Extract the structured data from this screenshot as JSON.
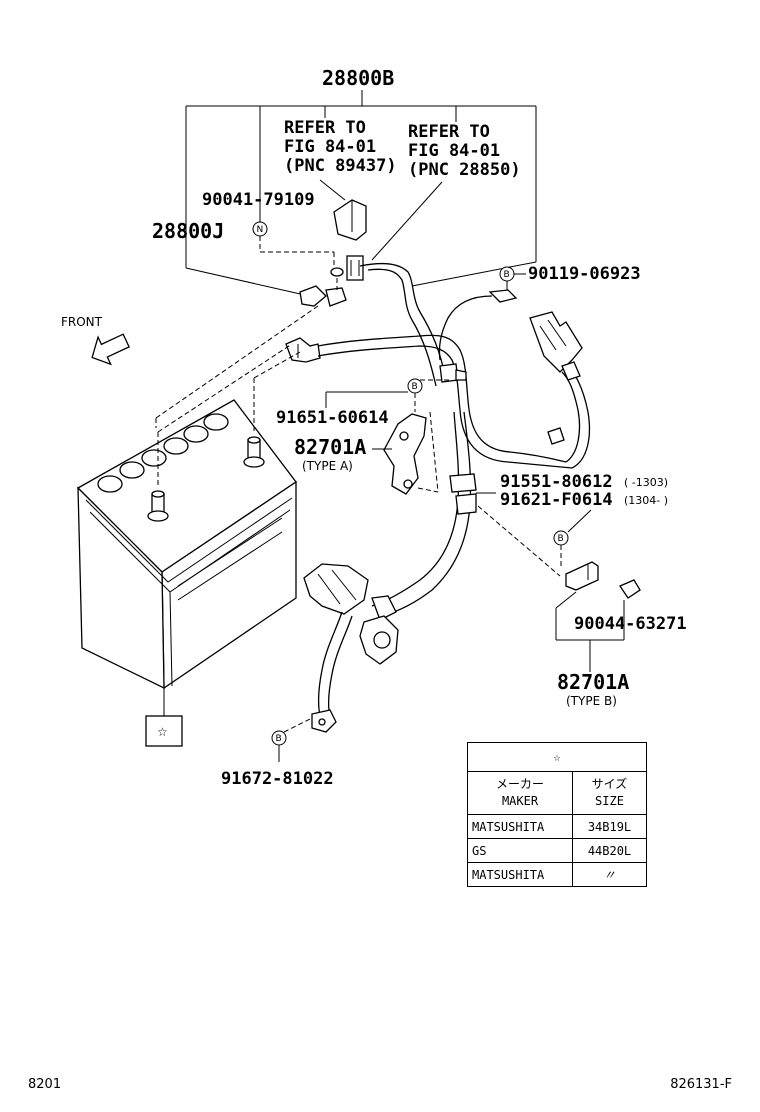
{
  "parts": {
    "harness_assy": "28800B",
    "refer_a_line1": "REFER TO",
    "refer_a_line2": "FIG 84-01",
    "refer_a_line3": "(PNC 89437)",
    "refer_b_line1": "REFER TO",
    "refer_b_line2": "FIG 84-01",
    "refer_b_line3": "(PNC 28850)",
    "nut_a": "90041-79109",
    "terminal": "28800J",
    "bolt_b": "90119-06923",
    "front_label": "FRONT",
    "bolt_c": "91651-60614",
    "bracket_a": "82701A",
    "bracket_a_type": "(TYPE A)",
    "bolt_d": "91551-80612",
    "bolt_d_range": "(   -1303)",
    "bolt_e": "91621-F0614",
    "bolt_e_range": "(1304-    )",
    "clip": "90044-63271",
    "bracket_b": "82701A",
    "bracket_b_type": "(TYPE B)",
    "bolt_f": "91672-81022",
    "battery_mark": "☆"
  },
  "callouts": {
    "b": "B",
    "n": "N"
  },
  "spec_table": {
    "title": "☆",
    "header_maker_jp": "メーカー",
    "header_maker": "MAKER",
    "header_size_jp": "サイズ",
    "header_size": "SIZE",
    "rows": [
      {
        "maker": "MATSUSHITA",
        "size": "34B19L"
      },
      {
        "maker": "GS",
        "size": "44B20L"
      },
      {
        "maker": "MATSUSHITA",
        "size": "〃"
      }
    ]
  },
  "footer": {
    "left": "8201",
    "right": "826131-F"
  }
}
